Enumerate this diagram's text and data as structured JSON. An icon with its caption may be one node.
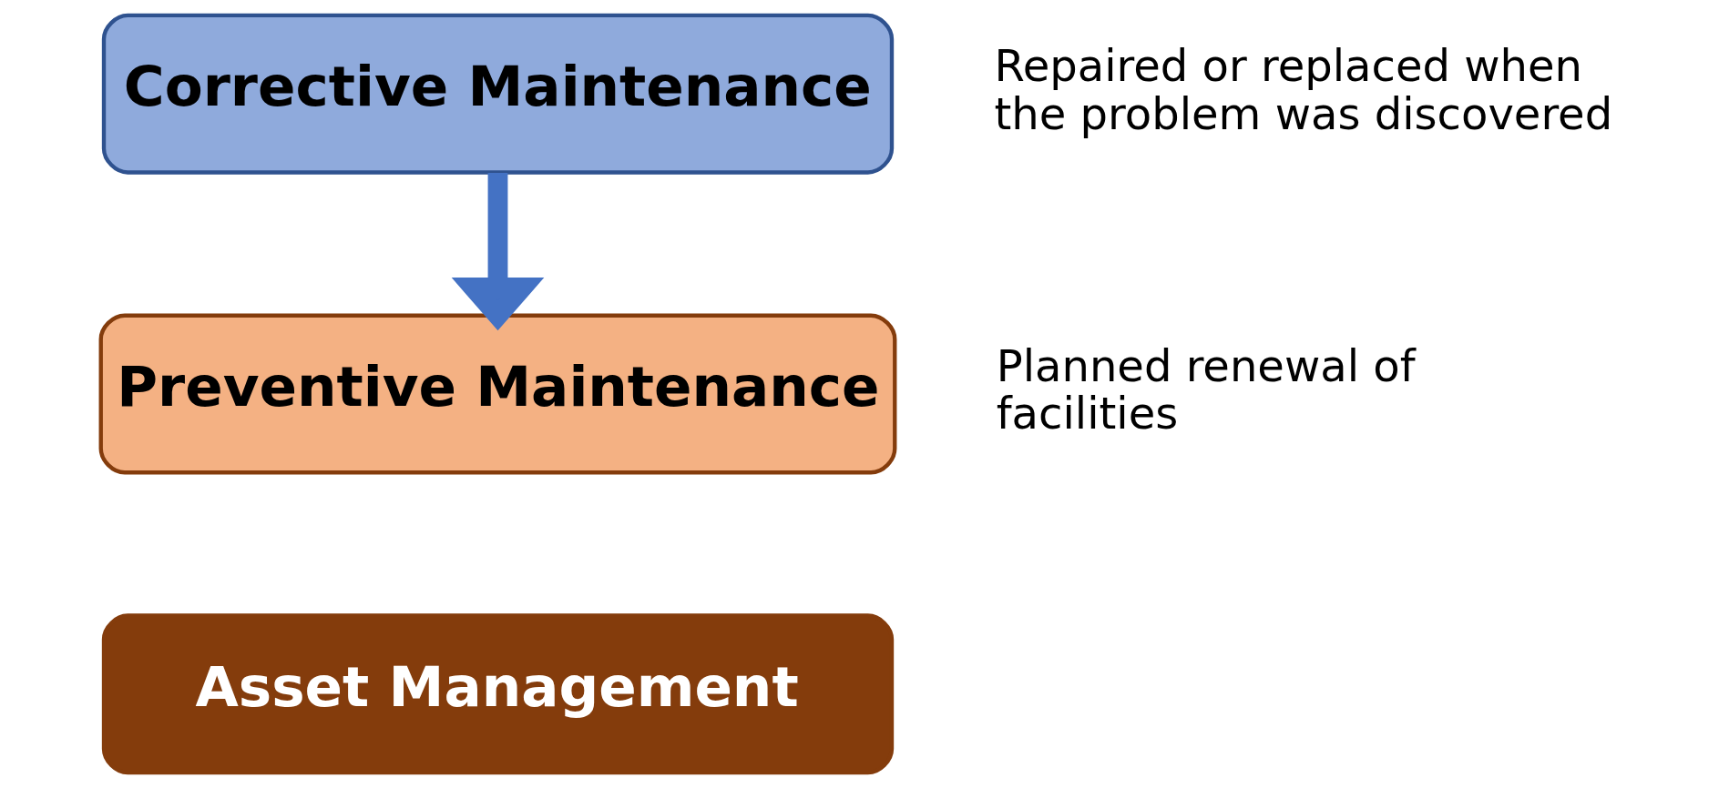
{
  "diagram": {
    "nodes": [
      {
        "text": [
          "Corrective Maintenance"
        ],
        "beside": [
          "Repaired or replaced when the problem was discovered"
        ]
      },
      {
        "text": [
          "Preventive Maintenance"
        ],
        "beside": [
          "Planned renewal of facilities"
        ]
      },
      {
        "text": [
          "Asset Management"
        ]
      }
    ],
    "edges": [
      {
        "from": 0,
        "to": 1,
        "arrow": "to",
        "color": "#4472c4"
      }
    ]
  }
}
